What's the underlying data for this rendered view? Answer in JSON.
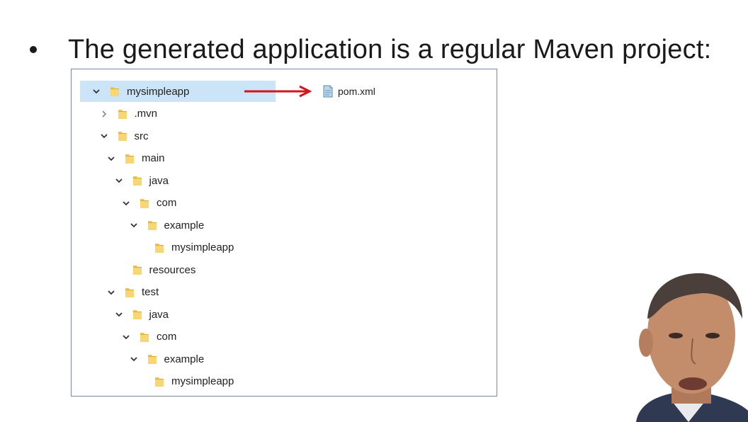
{
  "slide": {
    "bullet_text": "The generated application is a regular Maven project:"
  },
  "tree": {
    "rows": [
      {
        "label": "mysimpleapp",
        "depth": 0,
        "expander": "expanded",
        "selected": true
      },
      {
        "label": ".mvn",
        "depth": 1,
        "expander": "collapsed",
        "selected": false
      },
      {
        "label": "src",
        "depth": 1,
        "expander": "expanded",
        "selected": false
      },
      {
        "label": "main",
        "depth": 2,
        "expander": "expanded",
        "selected": false
      },
      {
        "label": "java",
        "depth": 3,
        "expander": "expanded",
        "selected": false
      },
      {
        "label": "com",
        "depth": 4,
        "expander": "expanded",
        "selected": false
      },
      {
        "label": "example",
        "depth": 5,
        "expander": "expanded",
        "selected": false
      },
      {
        "label": "mysimpleapp",
        "depth": 6,
        "expander": "none",
        "selected": false
      },
      {
        "label": "resources",
        "depth": 3,
        "expander": "none",
        "selected": false
      },
      {
        "label": "test",
        "depth": 2,
        "expander": "expanded",
        "selected": false
      },
      {
        "label": "java",
        "depth": 3,
        "expander": "expanded",
        "selected": false
      },
      {
        "label": "com",
        "depth": 4,
        "expander": "expanded",
        "selected": false
      },
      {
        "label": "example",
        "depth": 5,
        "expander": "expanded",
        "selected": false
      },
      {
        "label": "mysimpleapp",
        "depth": 6,
        "expander": "none",
        "selected": false
      }
    ],
    "pom_file": "pom.xml"
  },
  "colors": {
    "selection": "#cce4f7",
    "arrow": "#d4141b",
    "folder": "#f2c44d"
  }
}
